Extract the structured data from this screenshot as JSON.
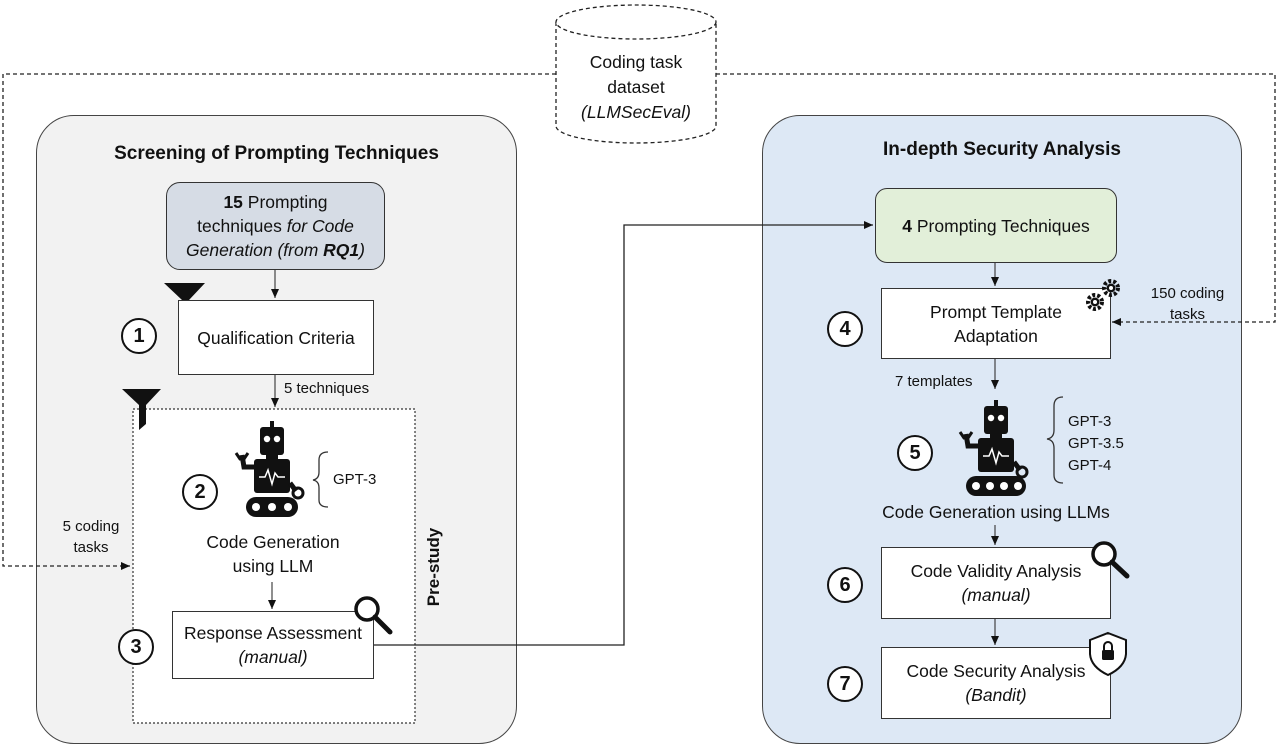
{
  "dataset": {
    "line1": "Coding task",
    "line2": "dataset",
    "line3": "(LLMSecEval)"
  },
  "left_panel": {
    "title": "Screening of Prompting Techniques",
    "source_box": {
      "bold": "15",
      "text1": " Prompting",
      "text2": "techniques ",
      "italic1": "for Code",
      "italic2": "Generation (from ",
      "bold_italic": "RQ1",
      "italic3": ")"
    },
    "step1": {
      "number": "1",
      "label": "Qualification Criteria"
    },
    "edge_label_techniques": "5 techniques",
    "step2": {
      "number": "2",
      "label_line1": "Code Generation",
      "label_line2": "using LLM",
      "model": "GPT-3"
    },
    "step3": {
      "number": "3",
      "label_line1": "Response Assessment",
      "label_line2": "(manual)"
    },
    "prestudy_label": "Pre-study",
    "coding_tasks_label_line1": "5 coding",
    "coding_tasks_label_line2": "tasks"
  },
  "right_panel": {
    "title": "In-depth Security Analysis",
    "source_box": {
      "bold": "4",
      "text": " Prompting Techniques"
    },
    "step4": {
      "number": "4",
      "label_line1": "Prompt Template",
      "label_line2": "Adaptation"
    },
    "coding_tasks_label_line1": "150 coding",
    "coding_tasks_label_line2": "tasks",
    "edge_label_templates": "7 templates",
    "step5": {
      "number": "5",
      "label": "Code Generation using LLMs",
      "models": [
        "GPT-3",
        "GPT-3.5",
        "GPT-4"
      ]
    },
    "step6": {
      "number": "6",
      "label_line1": "Code Validity Analysis",
      "label_line2": "(manual)"
    },
    "step7": {
      "number": "7",
      "label_line1": "Code Security Analysis",
      "label_line2": "(Bandit)"
    }
  },
  "colors": {
    "left_panel_bg": "#f2f2f2",
    "right_panel_bg": "#dde8f5",
    "source_box_left": "#d6dce5",
    "source_box_right": "#e2efd9"
  }
}
